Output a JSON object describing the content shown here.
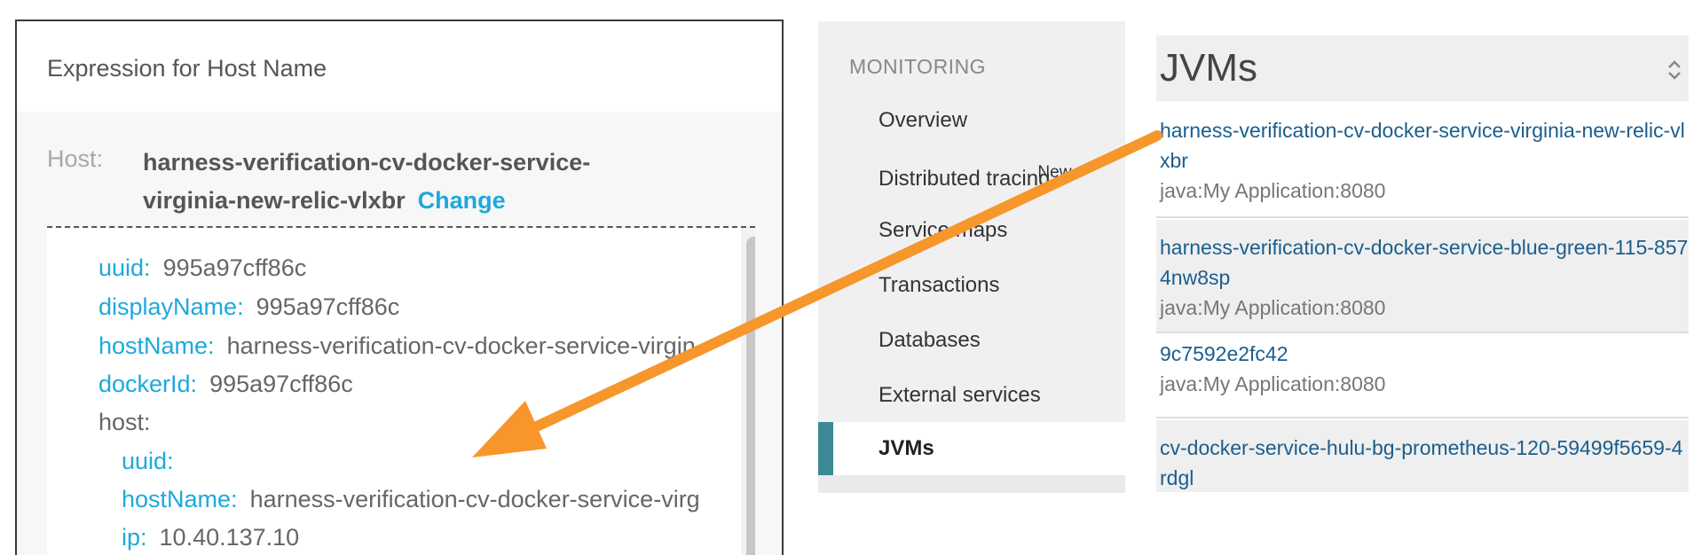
{
  "dialog": {
    "title": "Expression for Host Name",
    "host_label": "Host:",
    "host_value": "harness-verification-cv-docker-service-virginia-new-relic-vlxbr",
    "change_label": "Change",
    "json_rows": [
      {
        "key": "uuid:",
        "value": "995a97cff86c"
      },
      {
        "key": "displayName:",
        "value": "995a97cff86c"
      },
      {
        "key": "hostName:",
        "value": "harness-verification-cv-docker-service-virgin"
      },
      {
        "key": "dockerId:",
        "value": "995a97cff86c"
      },
      {
        "plain": "host:"
      },
      {
        "key": "uuid:",
        "value": ""
      },
      {
        "key": "hostName:",
        "value": "harness-verification-cv-docker-service-virg"
      },
      {
        "key": "ip:",
        "value": "10.40.137.10"
      }
    ]
  },
  "sidebar": {
    "heading": "MONITORING",
    "items": [
      {
        "label": "Overview"
      },
      {
        "label": "Distributed tracing",
        "badge": "New"
      },
      {
        "label": "Service maps"
      },
      {
        "label": "Transactions"
      },
      {
        "label": "Databases"
      },
      {
        "label": "External services"
      }
    ],
    "active_item": "JVMs"
  },
  "jvm": {
    "title": "JVMs",
    "items": [
      {
        "name": "harness-verification-cv-docker-service-virginia-new-relic-vlxbr",
        "app": "java:My Application:8080"
      },
      {
        "name": "harness-verification-cv-docker-service-blue-green-115-8574nw8sp",
        "app": "java:My Application:8080"
      },
      {
        "name": "9c7592e2fc42",
        "app": "java:My Application:8080"
      },
      {
        "name": "cv-docker-service-hulu-bg-prometheus-120-59499f5659-4rdgl",
        "app": ""
      }
    ]
  },
  "colors": {
    "accent_link": "#1ea8dc",
    "jvm_link": "#1b5e8c",
    "active_bar": "#3c8a96",
    "arrow": "#f7962b"
  }
}
